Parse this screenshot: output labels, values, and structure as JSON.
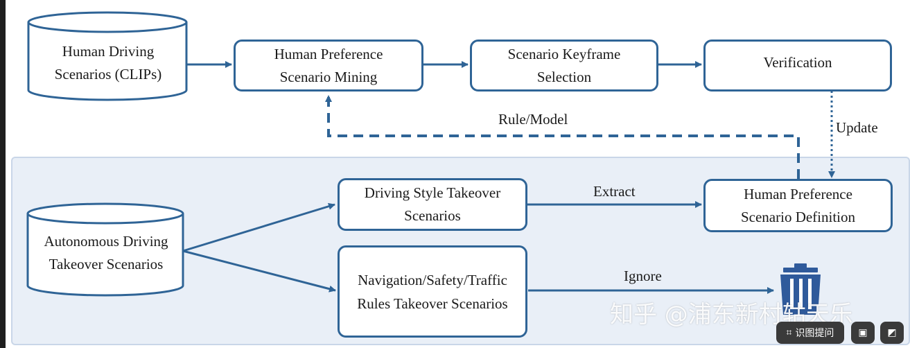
{
  "diagram": {
    "top": {
      "source": "Human Driving Scenarios (CLIPs)",
      "mining": "Human Preference Scenario Mining",
      "keyframe": "Scenario Keyframe Selection",
      "verification": "Verification",
      "rule_model_label": "Rule/Model",
      "update_label": "Update"
    },
    "bottom": {
      "source": "Autonomous Driving Takeover Scenarios",
      "driving_style": "Driving Style Takeover Scenarios",
      "nav_safety": "Navigation/Safety/Traffic Rules Takeover Scenarios",
      "definition": "Human Preference Scenario Definition",
      "extract_label": "Extract",
      "ignore_label": "Ignore"
    }
  },
  "watermark": {
    "text": "知乎 @浦东新村轱天乐",
    "button_label": "识图提问"
  },
  "colors": {
    "box_border": "#2f6496",
    "arrow": "#2f6496",
    "panel_bg": "#e9eff7",
    "trash": "#2f5a9b"
  }
}
